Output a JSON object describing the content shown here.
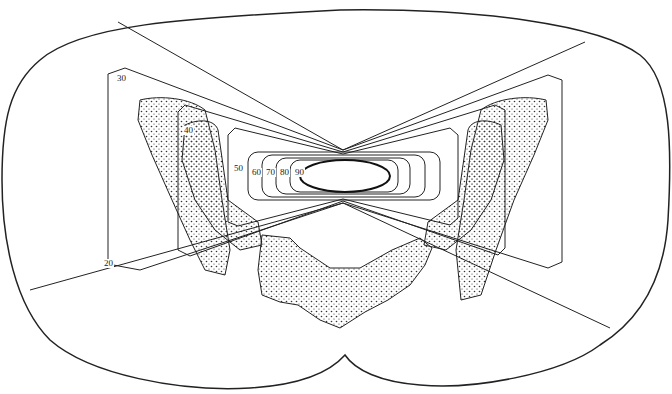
{
  "diagram": {
    "labels": [
      "30",
      "40",
      "50",
      "60",
      "70",
      "80",
      "90",
      "20"
    ]
  }
}
